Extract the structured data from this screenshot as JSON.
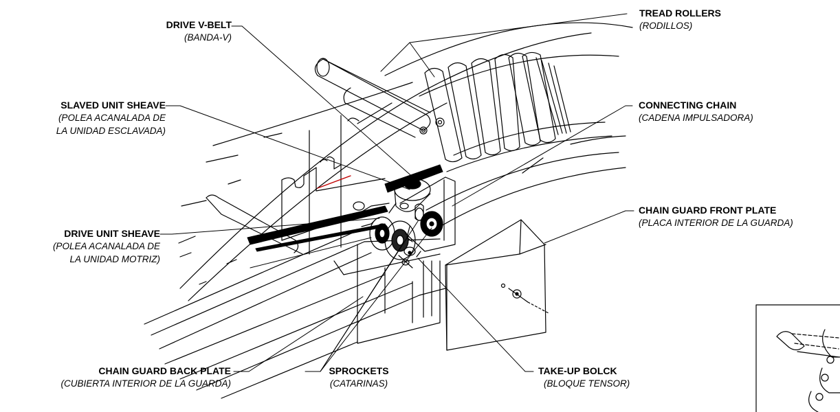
{
  "labels": {
    "drive_v_belt": {
      "en": "DRIVE V-BELT",
      "es": "(BANDA-V)"
    },
    "tread_rollers": {
      "en": "TREAD ROLLERS",
      "es": "(RODILLOS)"
    },
    "slaved_unit_sheave": {
      "en": "SLAVED UNIT SHEAVE",
      "es1": "(POLEA ACANALADA DE",
      "es2": "LA UNIDAD ESCLAVADA)"
    },
    "connecting_chain": {
      "en": "CONNECTING CHAIN",
      "es": "(CADENA IMPULSADORA)"
    },
    "drive_unit_sheave": {
      "en": "DRIVE UNIT SHEAVE",
      "es1": "(POLEA ACANALADA DE",
      "es2": "LA UNIDAD MOTRIZ)"
    },
    "chain_guard_front_plate": {
      "en": "CHAIN GUARD FRONT PLATE",
      "es": "(PLACA INTERIOR DE LA GUARDA)"
    },
    "chain_guard_back_plate": {
      "en": "CHAIN GUARD BACK PLATE",
      "es": "(CUBIERTA INTERIOR DE LA GUARDA)"
    },
    "sprockets": {
      "en": "SPROCKETS",
      "es": "(CATARINAS)"
    },
    "take_up_block": {
      "en": "TAKE-UP BOLCK",
      "es": "(BLOQUE TENSOR)"
    }
  }
}
